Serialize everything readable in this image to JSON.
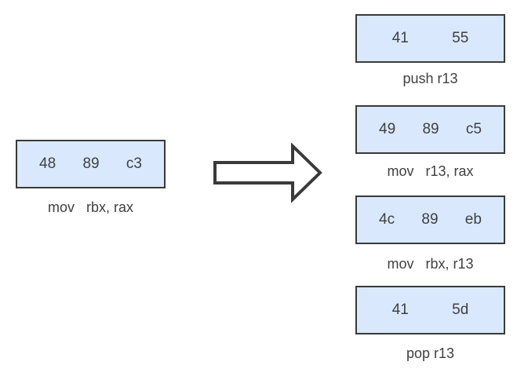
{
  "diagram": {
    "original": {
      "bytes": "48 89 c3",
      "label": "mov   rbx, rax"
    },
    "replacement": [
      {
        "bytes": "41 5d",
        "label": "pop r13"
      },
      {
        "bytes": "41 55",
        "label": "push r13"
      },
      {
        "bytes": "49 89 c5",
        "label": "mov   r13, rax"
      },
      {
        "bytes": "4c 89 eb",
        "label": "mov   rbx, r13"
      }
    ],
    "order_note": "replacement sequence top-to-bottom: push r13, mov r13 rax, mov rbx r13, pop r13",
    "colors": {
      "box_fill": "#d9e8fc",
      "box_border": "#3a3a3a",
      "text": "#404040",
      "arrow_outline": "#3a3a3a",
      "background": "#ffffff"
    }
  }
}
